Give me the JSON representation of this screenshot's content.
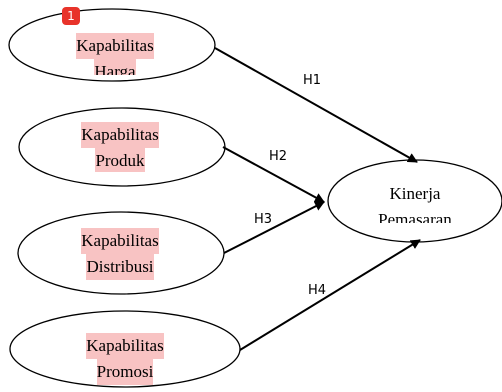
{
  "nodes": {
    "harga": {
      "line1": "Kapabilitas",
      "line2": "Harga"
    },
    "produk": {
      "line1": "Kapabilitas",
      "line2": "Produk"
    },
    "distribusi": {
      "line1": "Kapabilitas",
      "line2": "Distribusi"
    },
    "promosi": {
      "line1": "Kapabilitas",
      "line2": "Promosi"
    },
    "kinerja": {
      "line1": "Kinerja",
      "line2": "Pemasaran"
    }
  },
  "edges": {
    "h1": "H1",
    "h2": "H2",
    "h3": "H3",
    "h4": "H4"
  },
  "badge": "1",
  "colors": {
    "highlight": "#f8c3c3",
    "badge": "#e8332a",
    "stroke": "#000000"
  }
}
